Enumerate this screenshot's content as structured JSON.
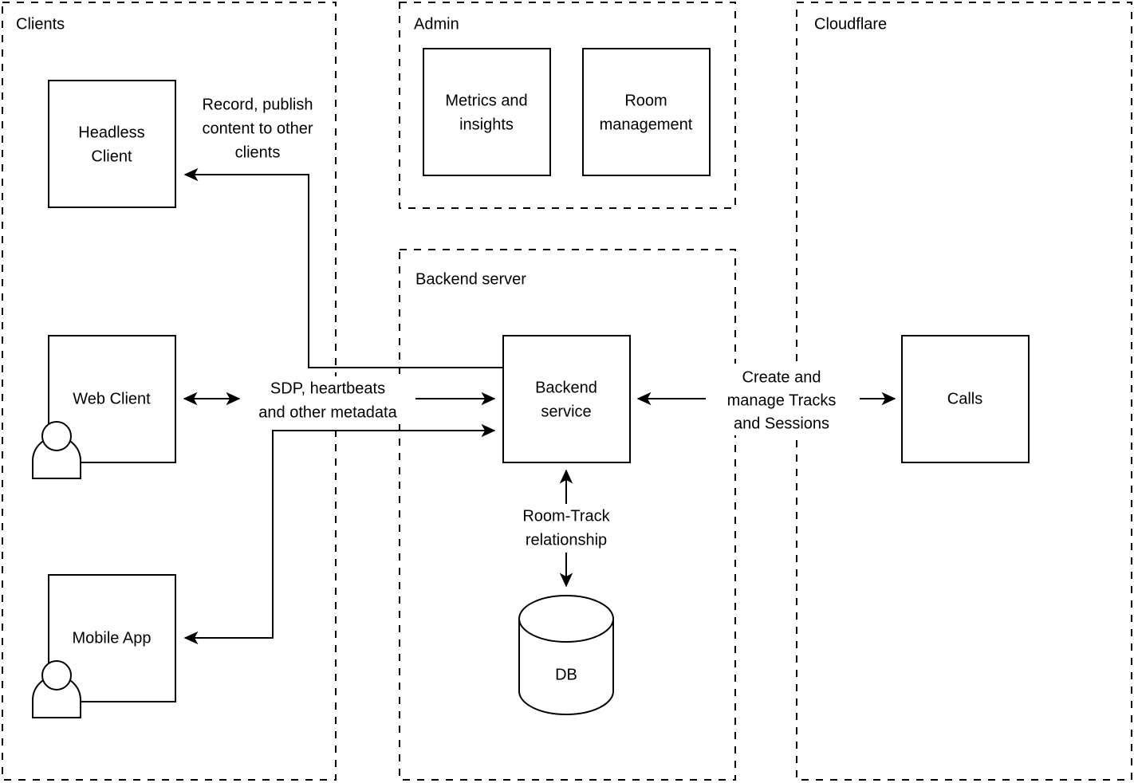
{
  "diagram": {
    "title": "Clients / Backend server / Cloudflare architecture",
    "background": "#ffffff",
    "stroke_color": "#000000",
    "groups": [
      {
        "id": "clients",
        "label": "Clients"
      },
      {
        "id": "admin",
        "label": "Admin"
      },
      {
        "id": "cloudflare",
        "label": "Cloudflare"
      },
      {
        "id": "backend_server",
        "label": "Backend server"
      }
    ],
    "nodes": [
      {
        "id": "headless_client",
        "label_line1": "Headless",
        "label_line2": "Client",
        "shape": "rect",
        "group": "clients"
      },
      {
        "id": "web_client",
        "label_line1": "Web Client",
        "label_line2": "",
        "shape": "rect-with-actor",
        "group": "clients"
      },
      {
        "id": "mobile_app",
        "label_line1": "Mobile App",
        "label_line2": "",
        "shape": "rect-with-actor",
        "group": "clients"
      },
      {
        "id": "metrics_and_insights",
        "label_line1": "Metrics and",
        "label_line2": "insights",
        "shape": "rect",
        "group": "admin"
      },
      {
        "id": "room_management",
        "label_line1": "Room",
        "label_line2": "management",
        "shape": "rect",
        "group": "admin"
      },
      {
        "id": "backend_service",
        "label_line1": "Backend",
        "label_line2": "service",
        "shape": "rect",
        "group": "backend_server"
      },
      {
        "id": "db",
        "label_line1": "DB",
        "label_line2": "",
        "shape": "cylinder",
        "group": "backend_server"
      },
      {
        "id": "calls",
        "label_line1": "Calls",
        "label_line2": "",
        "shape": "rect",
        "group": "cloudflare"
      }
    ],
    "edges": [
      {
        "id": "record_publish",
        "from": "backend_service",
        "to": "headless_client",
        "label_line1": "Record, publish",
        "label_line2": "content to other",
        "label_line3": "clients",
        "direction": "one-way"
      },
      {
        "id": "sdp_metadata",
        "from": "web_client",
        "to": "backend_service",
        "label_line1": "SDP, heartbeats",
        "label_line2": "and other metadata",
        "label_line3": "",
        "direction": "two-way"
      },
      {
        "id": "create_manage_tracks",
        "from": "calls",
        "to": "backend_service",
        "label_line1": "Create and",
        "label_line2": "manage Tracks",
        "label_line3": "and Sessions",
        "direction": "two-way-split"
      },
      {
        "id": "room_track_relationship",
        "from": "db",
        "to": "backend_service",
        "label_line1": "Room-Track",
        "label_line2": "relationship",
        "label_line3": "",
        "direction": "two-way-vertical"
      }
    ]
  }
}
